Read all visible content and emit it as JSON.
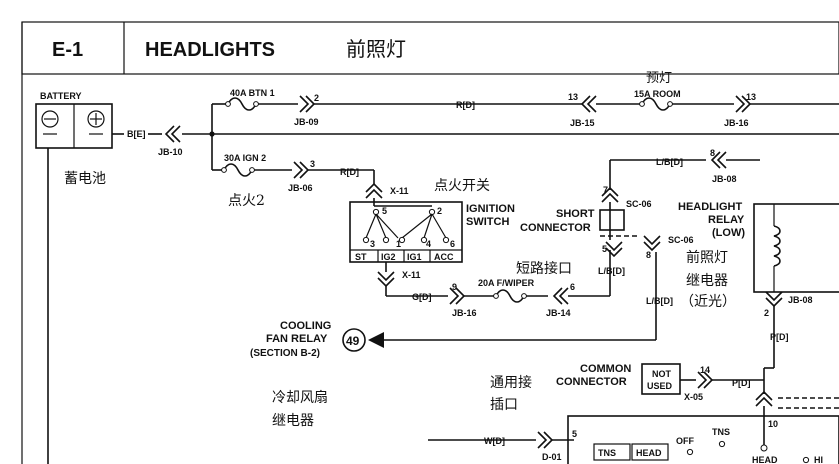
{
  "header": {
    "code": "E-1",
    "title": "HEADLIGHTS",
    "title_cn": "前照灯"
  },
  "battery": {
    "label": "BATTERY",
    "label_cn": "蓄电池",
    "connector": "B[E]",
    "jb": "JB-10"
  },
  "fuses": {
    "btn": "40A BTN 1",
    "btn_jb": "JB-09",
    "btn_pin": "2",
    "room_cn": "预灯",
    "room": "15A ROOM",
    "room_wire": "R[D]",
    "room_pin_l": "13",
    "room_jb_l": "JB-15",
    "room_pin_r": "13",
    "room_jb_r": "JB-16",
    "ign": "30A IGN 2",
    "ign_pin": "3",
    "ign_jb": "JB-06",
    "ign_cn": "点火2",
    "ign_wire": "R[D]",
    "wiper": "20A F/WIPER",
    "wiper_pin_l": "9",
    "wiper_jb_l": "JB-16",
    "wiper_pin_r": "6",
    "wiper_jb_r": "JB-14",
    "wiper_wire": "G[D]"
  },
  "ignition_switch": {
    "label1": "IGNITION",
    "label2": "SWITCH",
    "label_cn": "点火开关",
    "connector_top": "X-11",
    "connector_bot": "X-11",
    "pin_5": "5",
    "pin_2": "2",
    "pin_3": "3",
    "pin_1": "1",
    "pin_4": "4",
    "pin_6": "6",
    "pos_st": "ST",
    "pos_ig2": "IG2",
    "pos_ig1": "IG1",
    "pos_acc": "ACC"
  },
  "short_connector": {
    "label1": "SHORT",
    "label2": "CONNECTOR",
    "label_cn": "短路接口",
    "sc_top": "SC-06",
    "sc_bot": "SC-06",
    "pin_7": "7",
    "pin_5": "5",
    "pin_8": "8",
    "wire_top": "L/B[D]",
    "wire_mid": "L/B[D]",
    "wire_right": "L/B[D]",
    "jb08_pin": "8",
    "jb08": "JB-08"
  },
  "relay": {
    "label1": "HEADLIGHT",
    "label2": "RELAY",
    "label3": "(LOW)",
    "cn1": "前照灯",
    "cn2": "继电器",
    "cn3": "（近光）",
    "pin": "2",
    "jb": "JB-08",
    "wire": "P[D]"
  },
  "cooling_fan": {
    "label1": "COOLING",
    "label2": "FAN RELAY",
    "label3": "(SECTION B-2)",
    "ref": "49",
    "cn1": "冷却风扇",
    "cn2": "继电器"
  },
  "common_connector": {
    "label1": "COMMON",
    "label2": "CONNECTOR",
    "not1": "NOT",
    "not2": "USED",
    "pin": "14",
    "x05": "X-05",
    "wire": "P[D]",
    "cn1": "通用接",
    "cn2": "插口"
  },
  "bottom": {
    "wire": "W[D]",
    "d01": "D-01",
    "pin_5": "5",
    "pin_10": "10",
    "tns": "TNS",
    "head": "HEAD",
    "off": "OFF",
    "tns2": "TNS",
    "head2": "HEAD",
    "hi": "HI"
  }
}
